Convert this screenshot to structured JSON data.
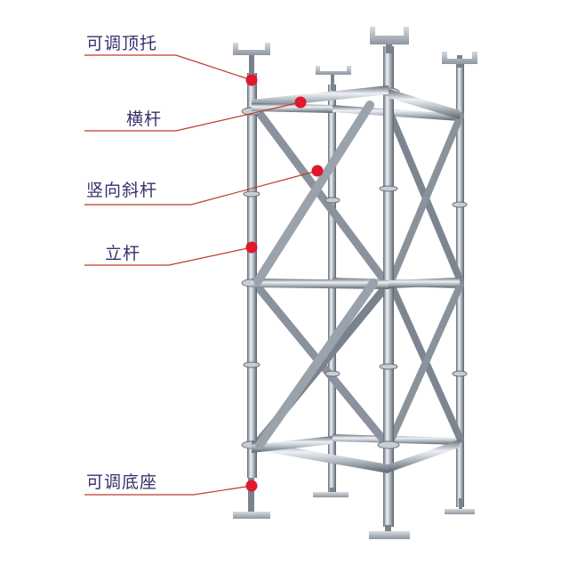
{
  "diagram": {
    "labels": {
      "top_jack": "可调顶托",
      "horizontal_bar": "横杆",
      "vertical_diagonal": "竖向斜杆",
      "standard": "立杆",
      "base_jack": "可调底座"
    },
    "colors": {
      "label_text": "#3a2f6b",
      "leader_line": "#c0392b",
      "marker": "#e0182a",
      "steel_light": "#e9edf1",
      "steel_mid": "#a9b1ba",
      "steel_dark": "#5f6873"
    }
  }
}
